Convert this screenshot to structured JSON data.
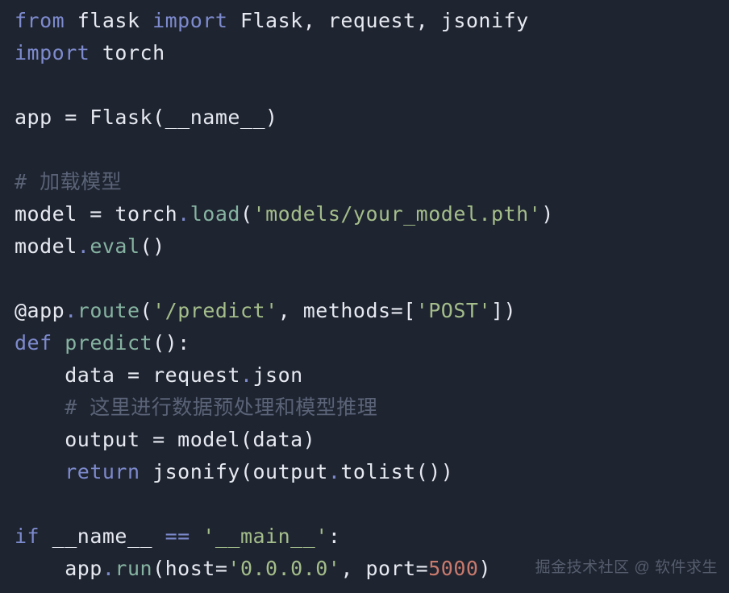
{
  "theme": {
    "background": "#1e2430",
    "plain": "#e6e9f0",
    "keyword": "#7d8acd",
    "string": "#a4bd8a",
    "comment": "#5a6377",
    "function": "#86b3a1",
    "operator": "#7d8acd",
    "number": "#c97a6d",
    "watermark": "#565d6d"
  },
  "code": {
    "language": "python",
    "lines": [
      [
        {
          "t": "from",
          "c": "kw"
        },
        {
          "t": " flask ",
          "c": "pl"
        },
        {
          "t": "import",
          "c": "kw"
        },
        {
          "t": " Flask, request, jsonify",
          "c": "pl"
        }
      ],
      [
        {
          "t": "import",
          "c": "kw"
        },
        {
          "t": " torch",
          "c": "pl"
        }
      ],
      [],
      [
        {
          "t": "app = Flask(__name__)",
          "c": "pl"
        }
      ],
      [],
      [
        {
          "t": "# 加载模型",
          "c": "cm"
        }
      ],
      [
        {
          "t": "model = torch",
          "c": "pl"
        },
        {
          "t": ".",
          "c": "op"
        },
        {
          "t": "load",
          "c": "fn"
        },
        {
          "t": "(",
          "c": "pl"
        },
        {
          "t": "'models/your_model.pth'",
          "c": "st"
        },
        {
          "t": ")",
          "c": "pl"
        }
      ],
      [
        {
          "t": "model",
          "c": "pl"
        },
        {
          "t": ".",
          "c": "op"
        },
        {
          "t": "eval",
          "c": "fn"
        },
        {
          "t": "()",
          "c": "pl"
        }
      ],
      [],
      [
        {
          "t": "@app",
          "c": "pl"
        },
        {
          "t": ".",
          "c": "op"
        },
        {
          "t": "route",
          "c": "fn"
        },
        {
          "t": "(",
          "c": "pl"
        },
        {
          "t": "'/predict'",
          "c": "st"
        },
        {
          "t": ", methods=[",
          "c": "pl"
        },
        {
          "t": "'POST'",
          "c": "st"
        },
        {
          "t": "])",
          "c": "pl"
        }
      ],
      [
        {
          "t": "def ",
          "c": "kw"
        },
        {
          "t": "predict",
          "c": "fn"
        },
        {
          "t": "():",
          "c": "pl"
        }
      ],
      [
        {
          "t": "    data = request",
          "c": "pl"
        },
        {
          "t": ".",
          "c": "op"
        },
        {
          "t": "json",
          "c": "pl"
        }
      ],
      [
        {
          "t": "    # 这里进行数据预处理和模型推理",
          "c": "cm"
        }
      ],
      [
        {
          "t": "    output = model(data)",
          "c": "pl"
        }
      ],
      [
        {
          "t": "    ",
          "c": "pl"
        },
        {
          "t": "return",
          "c": "kw"
        },
        {
          "t": " jsonify(output",
          "c": "pl"
        },
        {
          "t": ".",
          "c": "op"
        },
        {
          "t": "tolist())",
          "c": "pl"
        }
      ],
      [],
      [
        {
          "t": "if",
          "c": "kw"
        },
        {
          "t": " __name__ ",
          "c": "pl"
        },
        {
          "t": "==",
          "c": "op"
        },
        {
          "t": " ",
          "c": "pl"
        },
        {
          "t": "'__main__'",
          "c": "st"
        },
        {
          "t": ":",
          "c": "pl"
        }
      ],
      [
        {
          "t": "    app",
          "c": "pl"
        },
        {
          "t": ".",
          "c": "op"
        },
        {
          "t": "run",
          "c": "fn"
        },
        {
          "t": "(host=",
          "c": "pl"
        },
        {
          "t": "'0.0.0.0'",
          "c": "st"
        },
        {
          "t": ", port=",
          "c": "pl"
        },
        {
          "t": "5000",
          "c": "nu"
        },
        {
          "t": ")",
          "c": "pl"
        }
      ]
    ]
  },
  "watermark": {
    "text": "掘金技术社区 @ 软件求生"
  }
}
